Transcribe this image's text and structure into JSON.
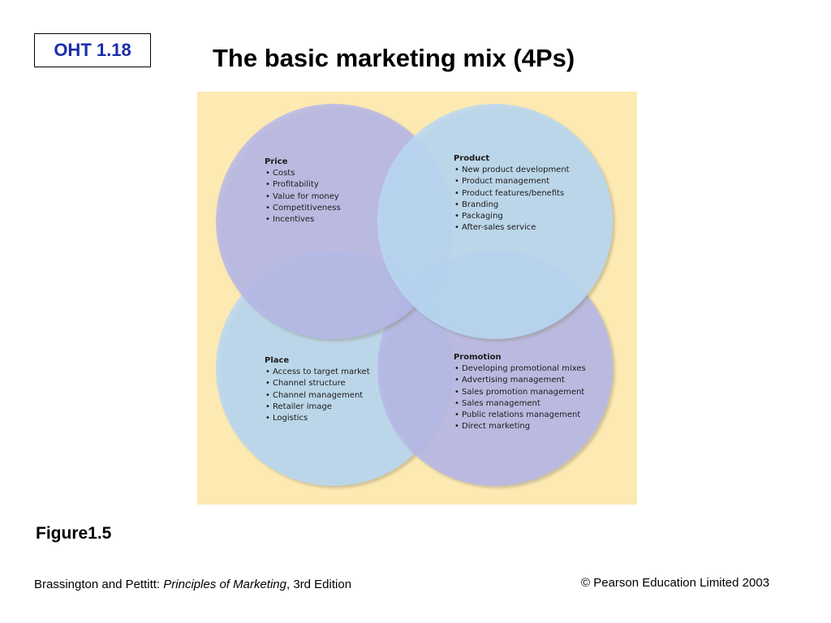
{
  "header": {
    "oht_label": "OHT 1.18",
    "title": "The basic marketing mix (4Ps)"
  },
  "diagram": {
    "colors": {
      "background": "#fde9b2",
      "circle_lavender": "#b6b8ea",
      "circle_light_blue": "#b8d8f4",
      "overlap": "#9ea6e0"
    },
    "circles": [
      {
        "name": "Price",
        "heading": "Price",
        "items": [
          "Costs",
          "Profitability",
          "Value for money",
          "Competitiveness",
          "Incentives"
        ]
      },
      {
        "name": "Product",
        "heading": "Product",
        "items": [
          "New product development",
          "Product management",
          "Product features/benefits",
          "Branding",
          "Packaging",
          "After-sales service"
        ]
      },
      {
        "name": "Place",
        "heading": "Place",
        "items": [
          "Access to target market",
          "Channel structure",
          "Channel management",
          "Retailer image",
          "Logistics"
        ]
      },
      {
        "name": "Promotion",
        "heading": "Promotion",
        "items": [
          "Developing promotional mixes",
          "Advertising management",
          "Sales promotion management",
          "Sales management",
          "Public relations management",
          "Direct marketing"
        ]
      }
    ]
  },
  "figure_label": "Figure1.5",
  "footer": {
    "citation_prefix": "Brassington and Pettitt: ",
    "citation_title": "Principles of Marketing",
    "citation_suffix": ", 3rd Edition",
    "copyright": "© Pearson Education Limited 2003"
  }
}
